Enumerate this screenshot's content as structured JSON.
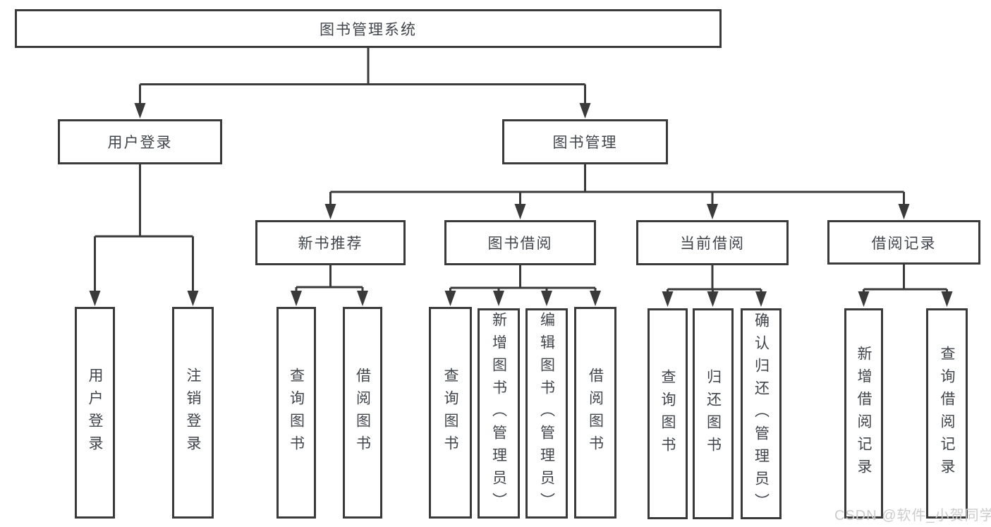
{
  "diagram": {
    "type": "hierarchy-tree",
    "title": "图书管理系统",
    "watermark": "CSDN @软件_小贺同学",
    "colors": {
      "line": "#3a3a3a",
      "text": "#40454b",
      "background": "#ffffff",
      "watermark": "#cccccc"
    },
    "nodes": {
      "root": {
        "label": "图书管理系统"
      },
      "user_login": {
        "label": "用户登录"
      },
      "book_mgmt": {
        "label": "图书管理"
      },
      "new_book": {
        "label": "新书推荐"
      },
      "book_borrow": {
        "label": "图书借阅"
      },
      "current_borrow": {
        "label": "当前借阅"
      },
      "borrow_records": {
        "label": "借阅记录"
      },
      "ul_login": {
        "label": "用户登录"
      },
      "ul_logout": {
        "label": "注销登录"
      },
      "nb_query": {
        "label": "查询图书"
      },
      "nb_borrow": {
        "label": "借阅图书"
      },
      "bb_query": {
        "label": "查询图书"
      },
      "bb_add": {
        "label": "新增图书（管理员）"
      },
      "bb_edit": {
        "label": "编辑图书（管理员）"
      },
      "bb_borrow": {
        "label": "借阅图书"
      },
      "cb_query": {
        "label": "查询图书"
      },
      "cb_return": {
        "label": "归还图书"
      },
      "cb_confirm": {
        "label": "确认归还（管理员）"
      },
      "br_add": {
        "label": "新增借阅记录"
      },
      "br_query": {
        "label": "查询借阅记录"
      }
    },
    "edges": [
      {
        "from": "root",
        "to": "user_login"
      },
      {
        "from": "root",
        "to": "book_mgmt"
      },
      {
        "from": "user_login",
        "to": "ul_login"
      },
      {
        "from": "user_login",
        "to": "ul_logout"
      },
      {
        "from": "book_mgmt",
        "to": "new_book"
      },
      {
        "from": "book_mgmt",
        "to": "book_borrow"
      },
      {
        "from": "book_mgmt",
        "to": "current_borrow"
      },
      {
        "from": "book_mgmt",
        "to": "borrow_records"
      },
      {
        "from": "new_book",
        "to": "nb_query"
      },
      {
        "from": "new_book",
        "to": "nb_borrow"
      },
      {
        "from": "book_borrow",
        "to": "bb_query"
      },
      {
        "from": "book_borrow",
        "to": "bb_add"
      },
      {
        "from": "book_borrow",
        "to": "bb_edit"
      },
      {
        "from": "book_borrow",
        "to": "bb_borrow"
      },
      {
        "from": "current_borrow",
        "to": "cb_query"
      },
      {
        "from": "current_borrow",
        "to": "cb_return"
      },
      {
        "from": "current_borrow",
        "to": "cb_confirm"
      },
      {
        "from": "borrow_records",
        "to": "br_add"
      },
      {
        "from": "borrow_records",
        "to": "br_query"
      }
    ]
  }
}
